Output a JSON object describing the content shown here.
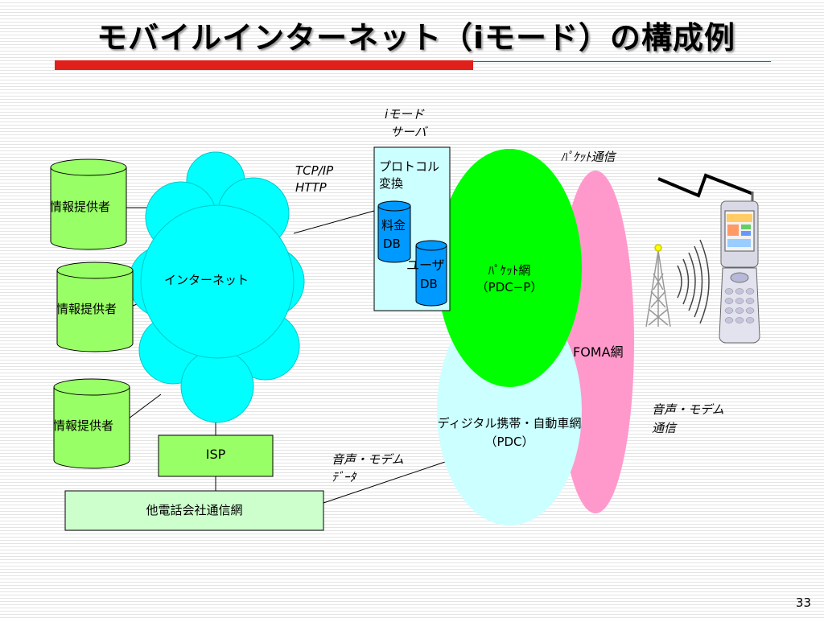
{
  "slide": {
    "title": "モバイルインターネット（iモード）の構成例",
    "page_number": "33"
  },
  "labels": {
    "provider_1": "情報提供者",
    "provider_2": "情報提供者",
    "provider_3": "情報提供者",
    "internet": "インターネット",
    "isp": "ISP",
    "other_carrier": "他電話会社通信網",
    "tcp_line1": "TCP/IP",
    "tcp_line2": "HTTP",
    "server_line1": "iモード",
    "server_line2": "サーバ",
    "protocol_line1": "プロトコル",
    "protocol_line2": "変換",
    "billing_line1": "料金",
    "billing_line2": "DB",
    "user_line1": "ユーザ",
    "user_line2": "DB",
    "packet_net_line1": "ﾊﾟｹｯﾄ網",
    "packet_net_line2": "（PDC−P）",
    "digital_line1": "ディジタル携帯・自動車網",
    "digital_line2": "（PDC）",
    "foma": "FOMA網",
    "packet_comm": "ﾊﾟｹｯﾄ通信",
    "voice_modem_line1": "音声・モデム",
    "voice_modem_line2": "通信",
    "voice_data_line1": "音声・モデム",
    "voice_data_line2": "ﾃﾞｰﾀ"
  },
  "colors": {
    "provider_cylinder": "#99ff66",
    "internet_cloud": "#00ffff",
    "isp_box": "#99ff66",
    "other_carrier_box": "#ccffcc",
    "server_box": "#ccffff",
    "db_cylinder": "#0099ff",
    "packet_net": "#00ff00",
    "digital_net": "#ccffff",
    "foma_net": "#ff99cc",
    "title_bar": "#e0201a"
  },
  "icons": [
    "antenna-tower-icon",
    "radio-wave-icon",
    "lightning-icon",
    "mobile-phone-icon"
  ]
}
